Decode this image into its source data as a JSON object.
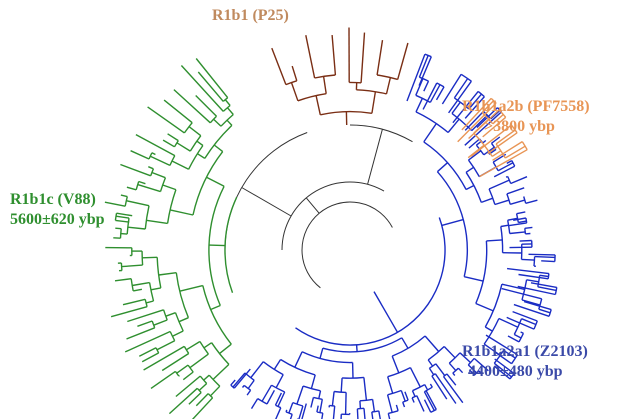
{
  "colors": {
    "green": "#2f8f2f",
    "brown": "#7a2e14",
    "blue": "#1a2cc4",
    "orange": "#e89555",
    "tan": "#c08a5e",
    "steel": "#3b4aa8",
    "trunk": "#333333"
  },
  "clades": [
    {
      "name": "R1b1 (P25)",
      "date": ""
    },
    {
      "name": "R1b1a2b (PF7558)",
      "date": ">3800 ybp"
    },
    {
      "name": "R1b1c (V88)",
      "date": "5600±620 ybp"
    },
    {
      "name": "R1b1a2a1 (Z2103)",
      "date": "4400±480 ybp"
    }
  ]
}
